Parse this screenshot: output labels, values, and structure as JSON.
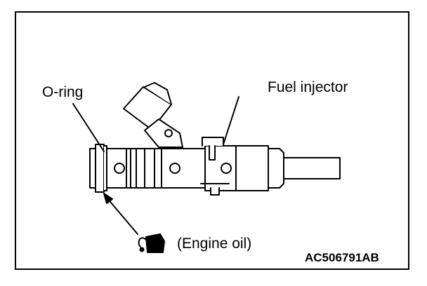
{
  "labels": {
    "o_ring": "O-ring",
    "fuel_injector": "Fuel injector",
    "engine_oil": "(Engine oil)",
    "figure_code": "AC506791AB"
  },
  "icons": {
    "oil_can": "oil-can-icon"
  },
  "colors": {
    "ink": "#000000",
    "paper": "#ffffff"
  }
}
